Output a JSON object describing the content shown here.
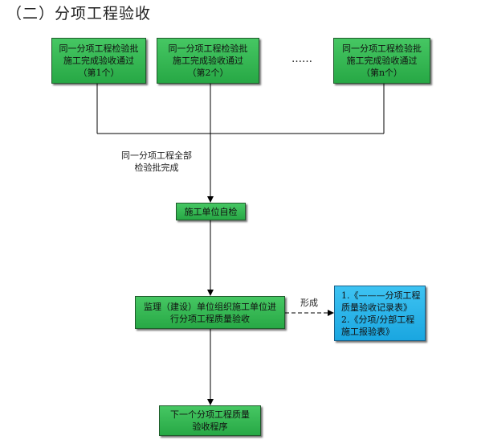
{
  "title": "（二）分项工程验收",
  "boxes": {
    "batch1": "同一分项工程检验批\n施工完成验收通过\n（第1个）",
    "batch2": "同一分项工程检验批\n施工完成验收通过\n（第2个）",
    "batchN": "同一分项工程检验批\n施工完成验收通过\n（第n个）",
    "self_check": "施工单位自检",
    "supervision": "监理（建设）单位组织施工单位进\n行分项工程质量验收",
    "records": "1.《———分项工程\n质量验收记录表》\n2.《分项/分部工程\n施工报验表》",
    "next": "下一个分项工程质量\n验收程序"
  },
  "labels": {
    "ellipsis": "……",
    "all_done": "同一分项工程全部\n检验批完成",
    "forms": "形成"
  },
  "colors": {
    "green_box": "#2fb24e",
    "blue_box": "#29b3ea",
    "line": "#000000"
  }
}
